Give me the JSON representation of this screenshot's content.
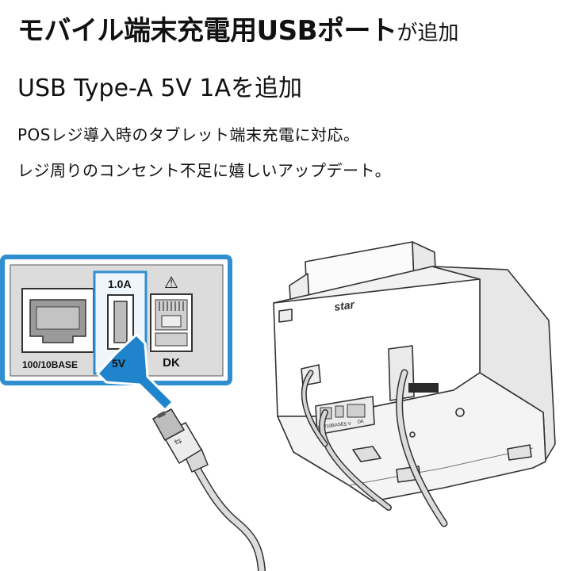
{
  "headline": {
    "bold": "モバイル端末充電用USBポート",
    "light": "が追加"
  },
  "subheadline": "USB Type-A 5V 1Aを追加",
  "body": {
    "line1": "POSレジ導入時のタブレット端末充電に対応。",
    "line2": "レジ周りのコンセント不足に嬉しいアップデート。"
  },
  "inset": {
    "lan_label": "100/10BASE",
    "usb_rating": "1.0A",
    "usb_label": "5V",
    "dk_label": "DK",
    "warning_symbol": "⚠"
  },
  "printer": {
    "brand": "star",
    "rear_lan_label": "100/10BASE",
    "rear_usb_label": "5 V",
    "rear_dk_label": "DK"
  },
  "colors": {
    "accent_blue": "#2f8fd0",
    "arrow_blue": "#1f84cc"
  }
}
